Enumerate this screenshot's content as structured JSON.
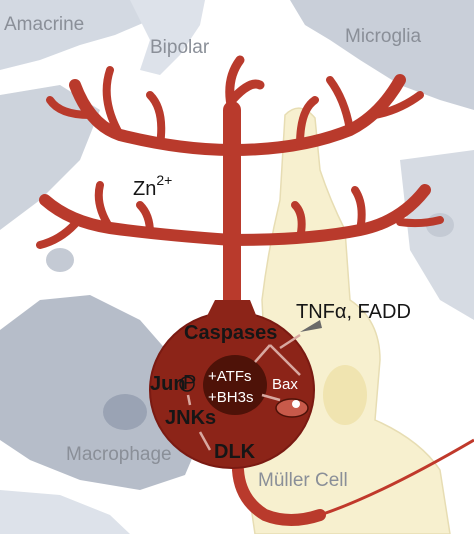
{
  "labels": {
    "amacrine": "Amacrine",
    "bipolar": "Bipolar",
    "microglia": "Microglia",
    "macrophage": "Macrophage",
    "muller": "Müller Cell",
    "zn": "Zn",
    "zn_charge": "2+",
    "tnf": "TNFα, FADD",
    "caspases": "Caspases",
    "jun": "Jun",
    "phospho": "P",
    "atfs": "+ATFs",
    "bh3s": "+BH3s",
    "bax": "Bax",
    "jnks": "JNKs",
    "dlk": "DLK"
  },
  "colors": {
    "neuron": "#b93a2c",
    "neuron_outline": "#7a1a12",
    "soma": "#8c2418",
    "nucleus": "#4e1208",
    "glia_gray": "#c2c8d2",
    "glia_light": "#dde2ea",
    "muller_cream": "#f7f0cf",
    "background": "#ffffff",
    "axon": "#c0392b"
  }
}
